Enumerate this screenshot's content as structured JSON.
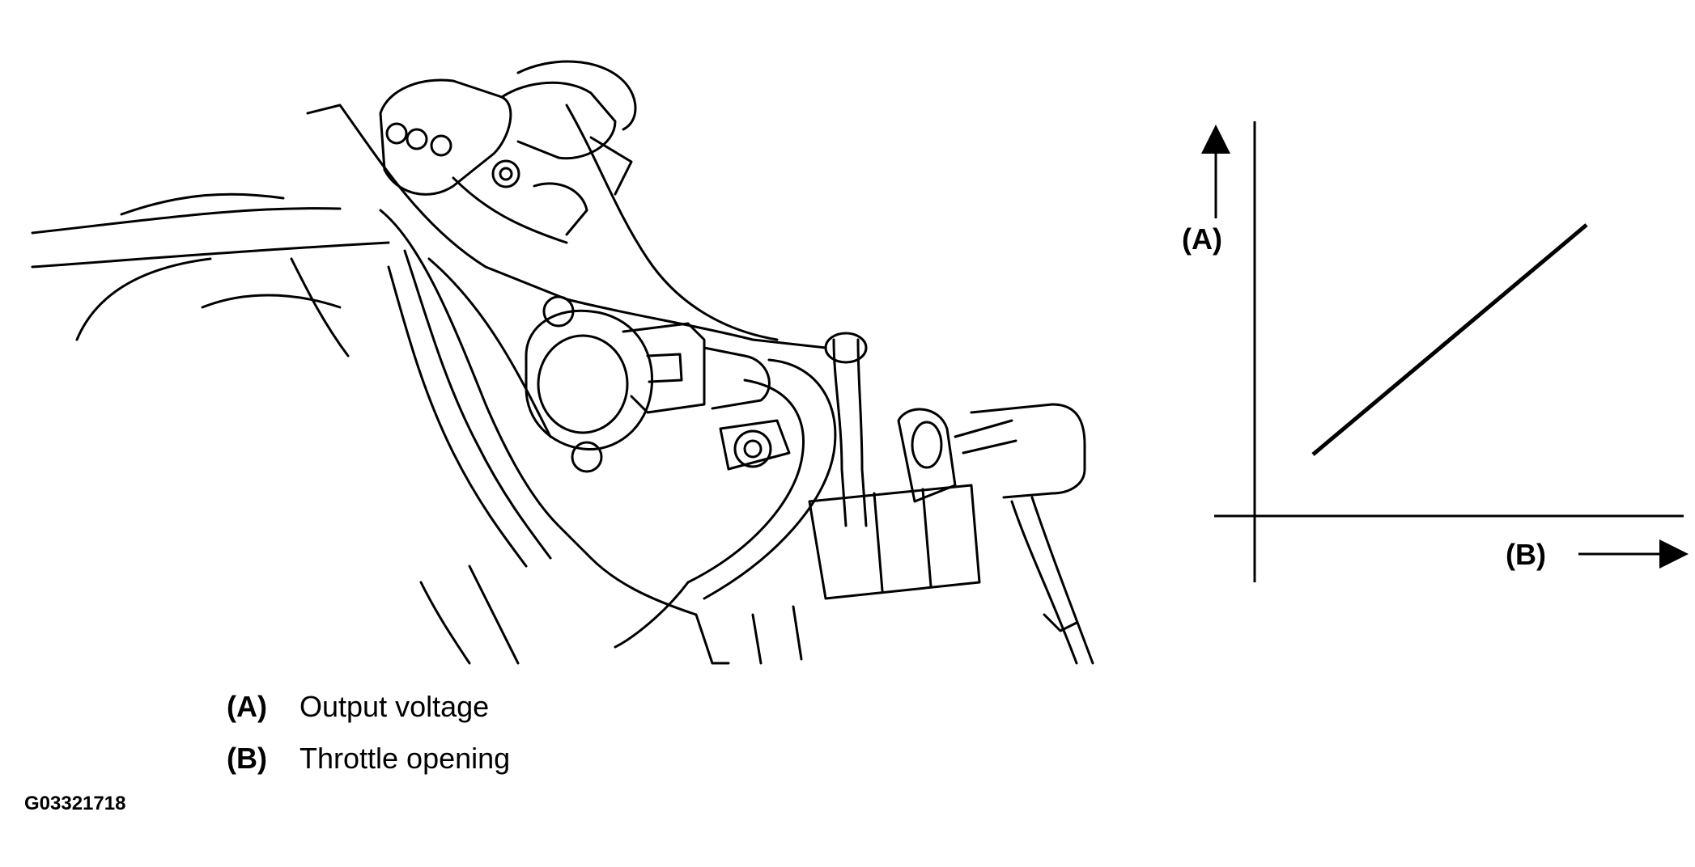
{
  "figure": {
    "id": "G03321718"
  },
  "graph": {
    "y_label": "(A)",
    "x_label": "(B)",
    "line_color": "#000000",
    "relationship": "linear-increasing"
  },
  "legend": [
    {
      "key": "(A)",
      "text": "Output voltage"
    },
    {
      "key": "(B)",
      "text": "Throttle opening"
    }
  ],
  "illustration": {
    "subject": "throttle position sensor on throttle body with wiring harness",
    "style": "line-drawing"
  }
}
